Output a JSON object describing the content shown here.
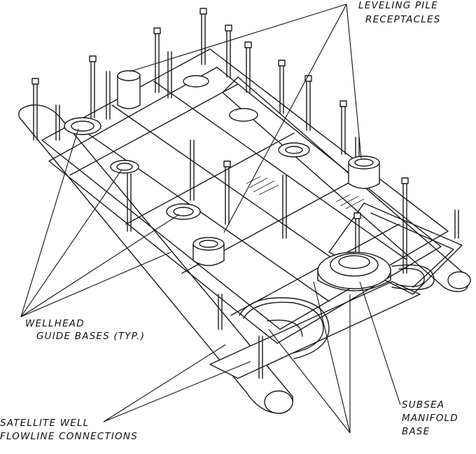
{
  "labels": {
    "leveling_line1": "LEVELING PILE",
    "leveling_line2": "RECEPTACLES",
    "wellhead_line1": "WELLHEAD",
    "wellhead_line2": "GUIDE BASES (TYP.)",
    "satellite_line1": "SATELLITE WELL",
    "satellite_line2": "FLOWLINE CONNECTIONS",
    "manifold_line1": "SUBSEA",
    "manifold_line2": "MANIFOLD",
    "manifold_line3": "BASE"
  }
}
